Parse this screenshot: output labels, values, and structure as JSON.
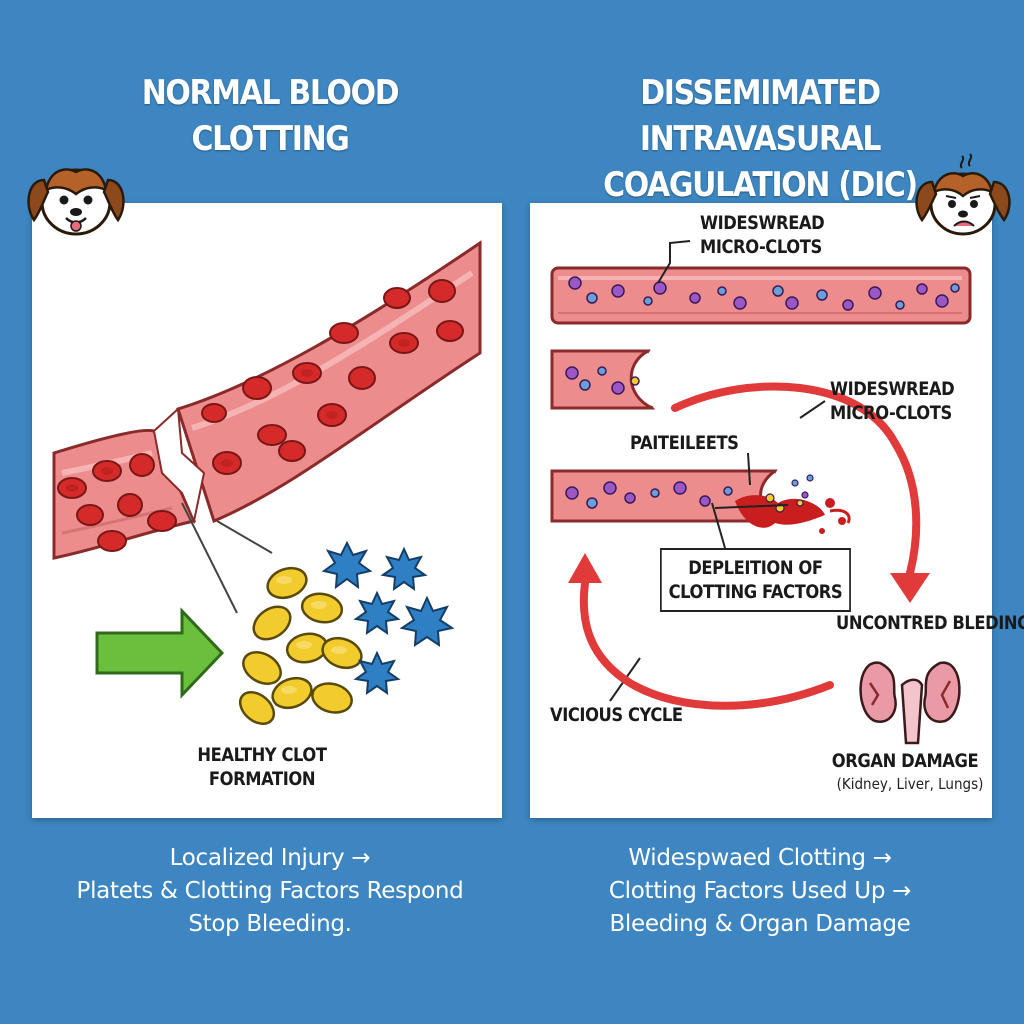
{
  "left": {
    "title": [
      "NORMAL BLOOD",
      "CLOTTING"
    ],
    "label": [
      "HEALTHY CLOT",
      "FORMATION"
    ],
    "caption": [
      "Localized Injury →",
      "Platets & Clotting Factors Respond",
      "Stop Bleeding."
    ]
  },
  "right": {
    "title": [
      "DISSEMIMATED INTRAVASURAL",
      "COAGULATION (DIC)"
    ],
    "label_top": [
      "WIDESWREAD",
      "MICRO-CLOTS"
    ],
    "label_mid": [
      "WIDESWREAD",
      "MICRO-CLOTS"
    ],
    "label_platelets": "PAITEILEETS",
    "label_depletion": [
      "DEPLEITION OF",
      "CLOTTING FACTORS"
    ],
    "label_bleeding": "UNCONTRED BLEDING",
    "label_cycle": "VICIOUS CYCLE",
    "label_organ": "ORGAN DAMAGE",
    "label_organ_sub": "(Kidney, Liver, Lungs)",
    "caption": [
      "Widespwaed Clotting →",
      "Clotting Factors Used Up →",
      "Bleeding & Organ Damage"
    ]
  },
  "colors": {
    "background": "#3d86c1",
    "vessel": "#e27b7b",
    "red_cell": "#d42a2a",
    "platelet": "#f2cc2c",
    "factor": "#2f7fc4",
    "arrow_green": "#6abf3c",
    "cycle_arrow": "#e03a3a"
  },
  "icons": {
    "happy_dog": "happy-dog-icon",
    "worried_dog": "worried-dog-icon",
    "kidney": "kidney-icon"
  }
}
